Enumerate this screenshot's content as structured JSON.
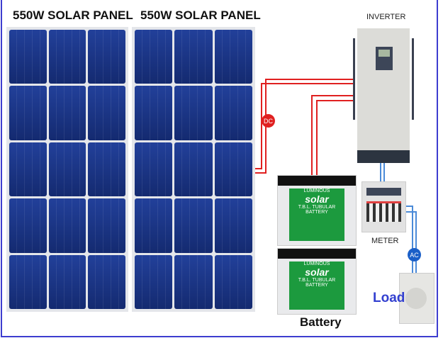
{
  "panels": [
    {
      "title": "550W SOLAR PANEL"
    },
    {
      "title": "550W SOLAR PANEL"
    }
  ],
  "inverter": {
    "label": "INVERTER"
  },
  "meter": {
    "label": "METER"
  },
  "dc": {
    "label": "DC",
    "color": "#e02020"
  },
  "ac": {
    "label": "AC",
    "color": "#1a5fc8"
  },
  "load": {
    "label": "Load"
  },
  "battery": {
    "label": "Battery",
    "brand_top": "LUMINOUS",
    "brand": "solar",
    "sub": "T.B.L. TUBULAR BATTERY"
  },
  "colors": {
    "frame": "#3d3dcf",
    "wire_dc": "#e02020",
    "wire_ac": "#4a8ad8"
  }
}
